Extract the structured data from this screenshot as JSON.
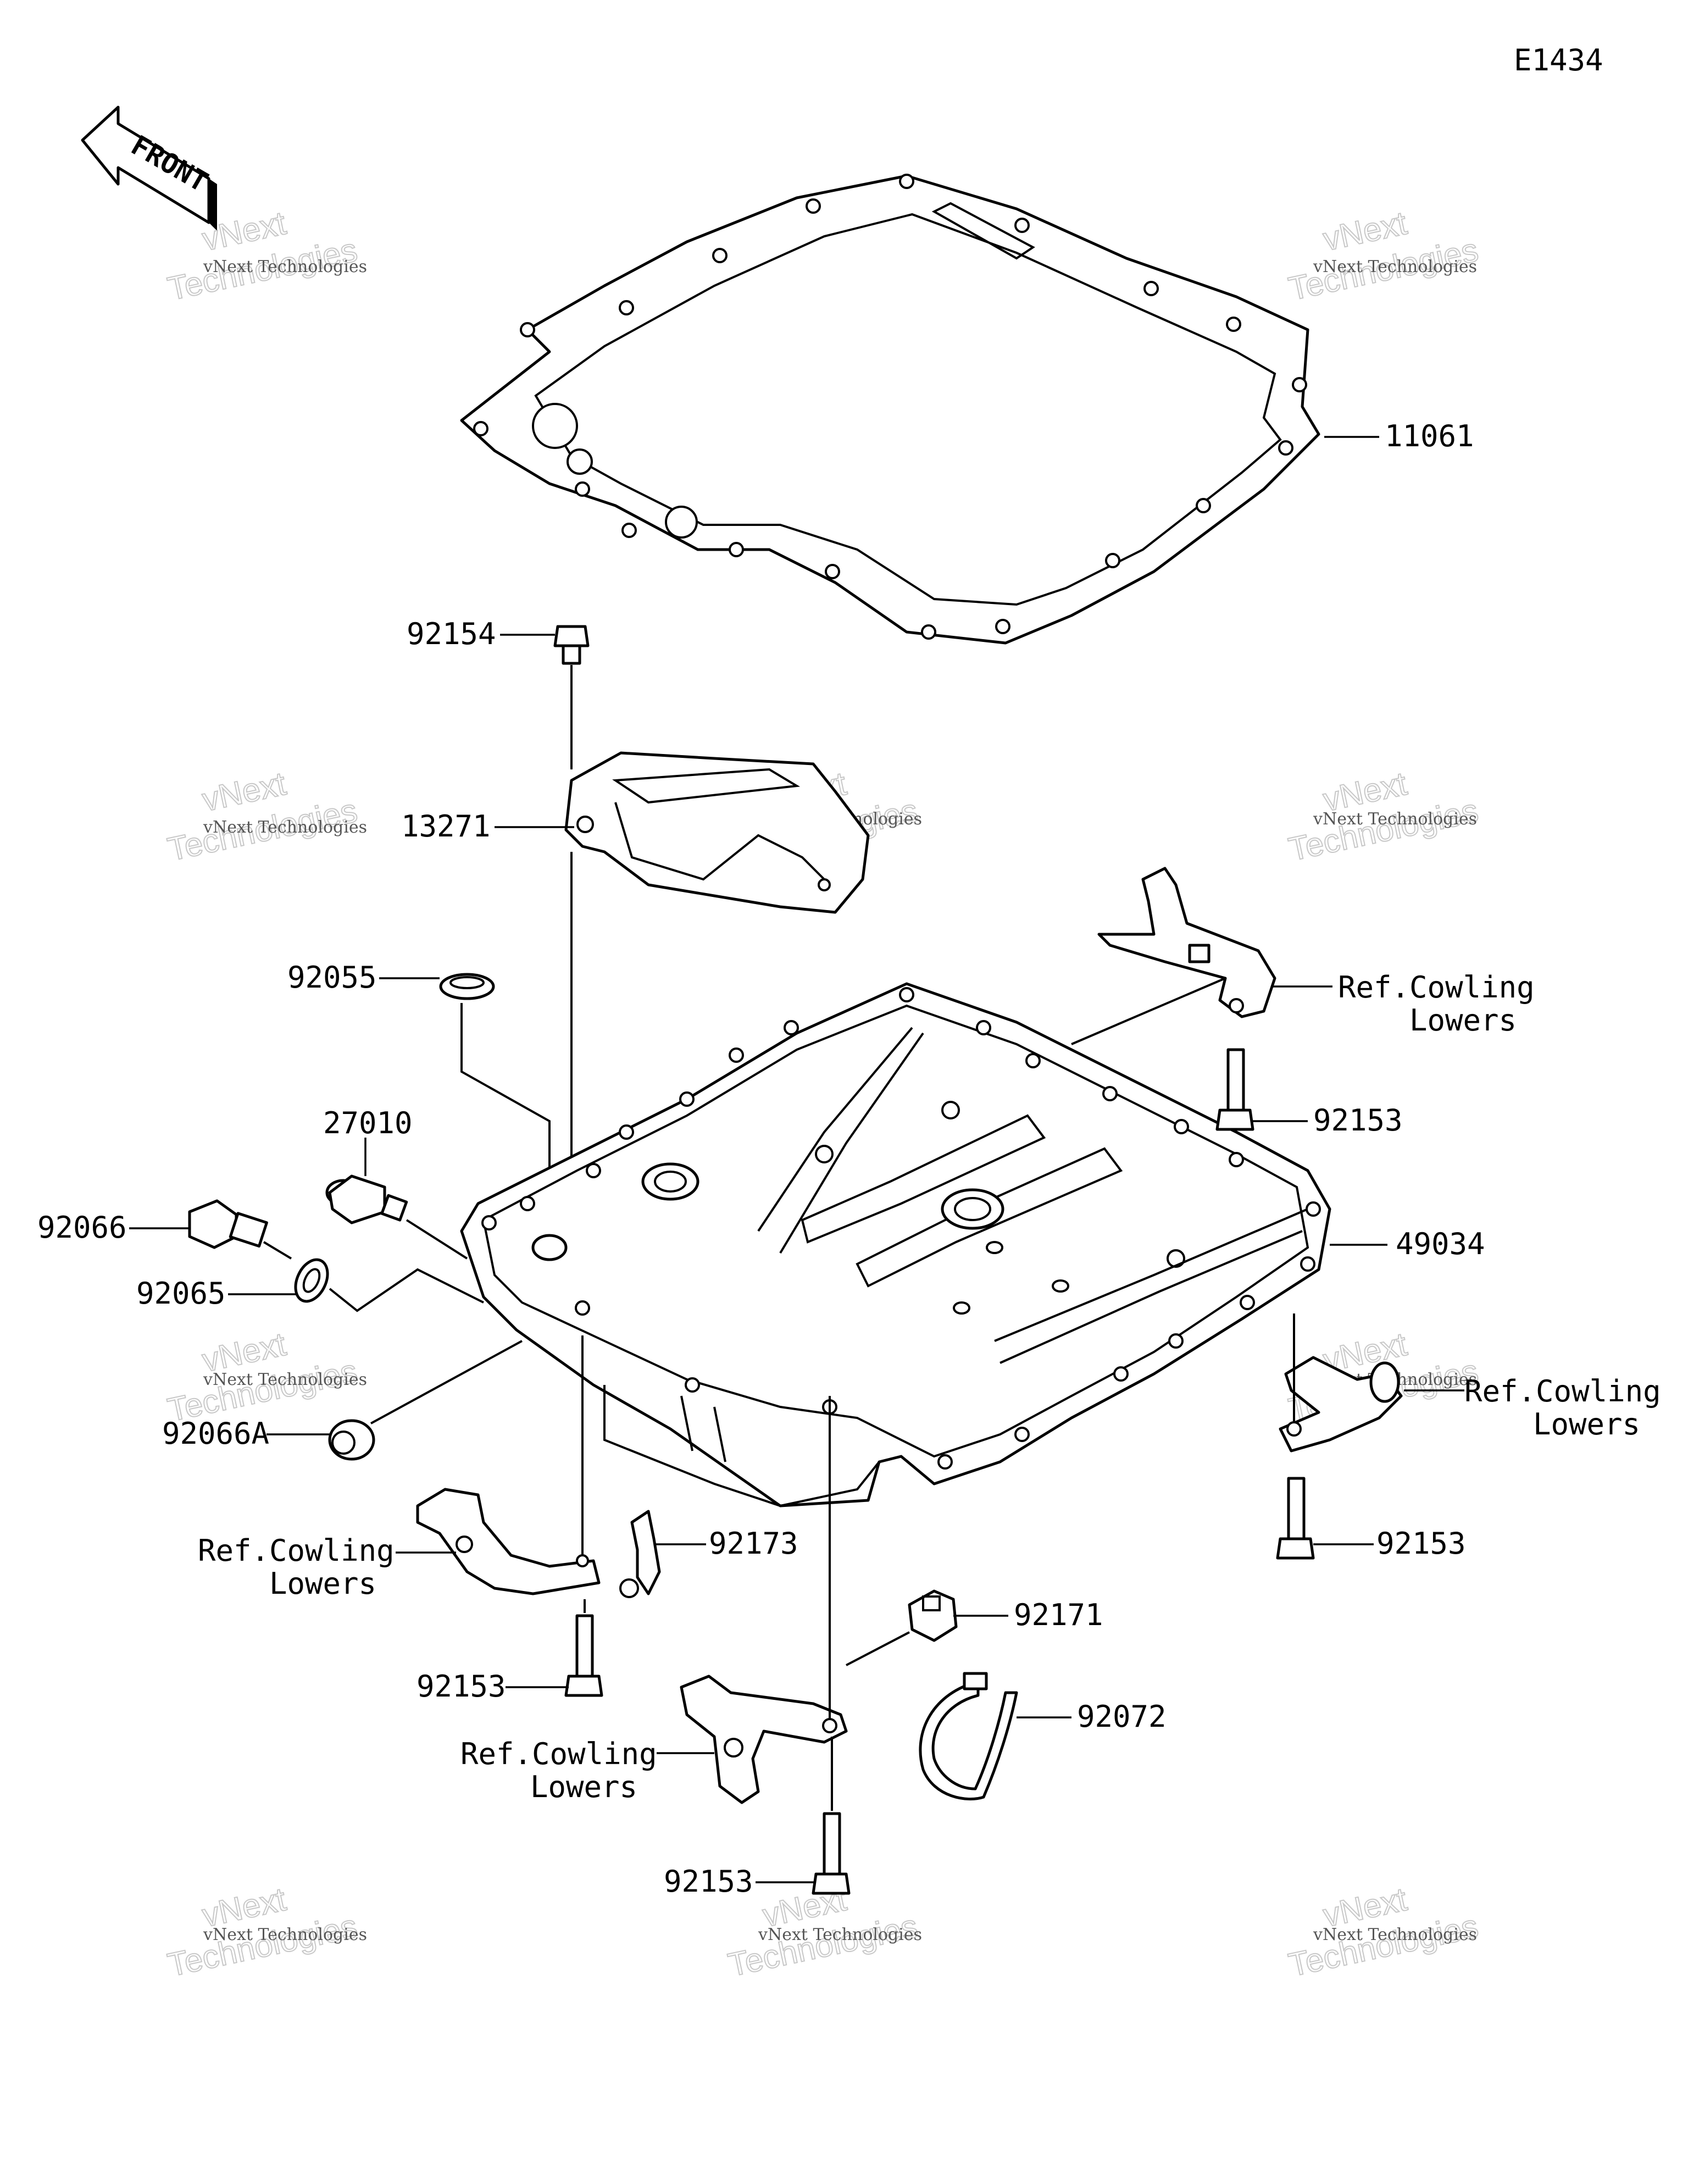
{
  "diagram_code": "E1434",
  "front_arrow_label": "FRONT",
  "watermark": {
    "line1": "vNext Technologies",
    "line2": "vNext",
    "line3": "Technologies"
  },
  "parts": {
    "gasket_oil_pan": "11061",
    "bolt_top": "92154",
    "baffle_plate": "13271",
    "cap": "92055",
    "oil_pressure_switch": "27010",
    "drain_plug": "92066",
    "washer": "92065",
    "plug_a": "92066A",
    "oil_pan": "49034",
    "bolt_right_upper": "92153",
    "bolt_right_lower": "92153",
    "bolt_left": "92153",
    "bolt_bottom": "92153",
    "clamp": "92173",
    "clip": "92171",
    "band": "92072"
  },
  "references": {
    "ref_line1": "Ref.Cowling",
    "ref_line2": "Lowers"
  }
}
